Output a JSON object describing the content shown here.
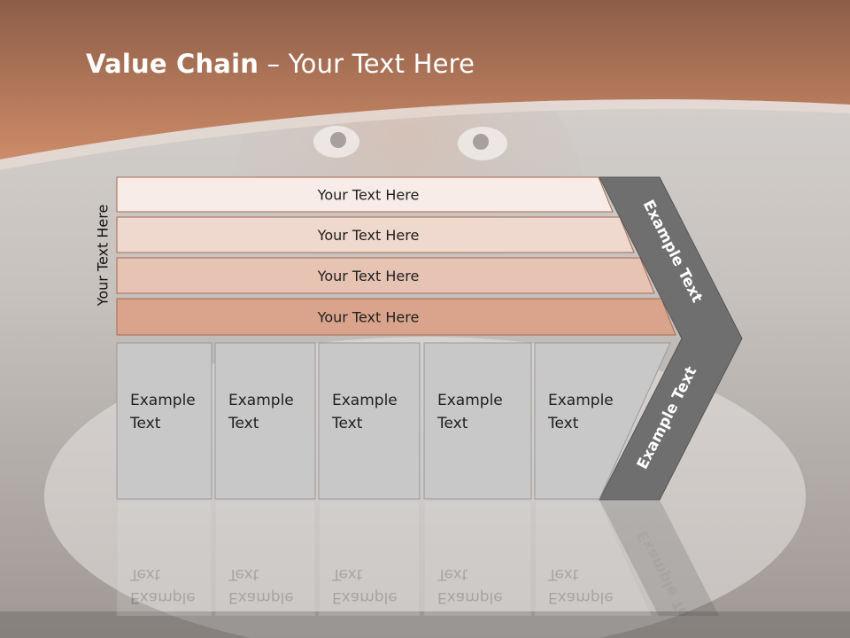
{
  "slide": {
    "title_bold": "Value Chain",
    "title_rest": " – Your Text Here",
    "side_label": "Your Text Here"
  },
  "rows": [
    {
      "label": "Your Text Here",
      "color": "#f7ece7"
    },
    {
      "label": "Your Text Here",
      "color": "#efd8cd"
    },
    {
      "label": "Your Text Here",
      "color": "#e6c3b3"
    },
    {
      "label": "Your Text Here",
      "color": "#d9a48b"
    }
  ],
  "cells": [
    {
      "line1": "Example",
      "line2": "Text"
    },
    {
      "line1": "Example",
      "line2": "Text"
    },
    {
      "line1": "Example",
      "line2": "Text"
    },
    {
      "line1": "Example",
      "line2": "Text"
    },
    {
      "line1": "Example",
      "line2": "Text"
    }
  ],
  "chevron": {
    "upper_label": "Example Text",
    "lower_label": "Example Text",
    "color": "#6f6f6f"
  },
  "colors": {
    "header_band": "#c98a68",
    "cell_fill": "#c8c8c8"
  }
}
